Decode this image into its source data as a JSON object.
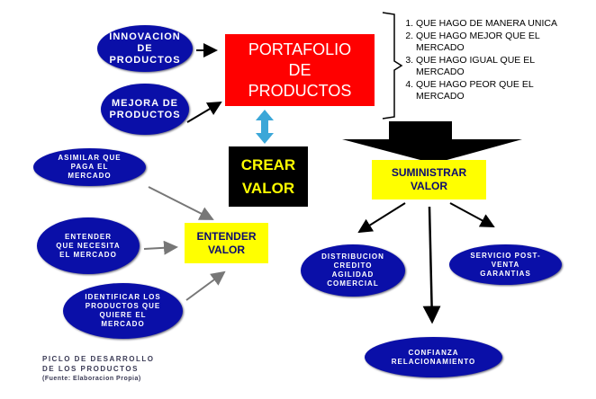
{
  "portfolio": {
    "title": "PORTAFOLIO\nDE\nPRODUCTOS"
  },
  "crear_valor": {
    "label": "CREAR\nVALOR"
  },
  "inputs": [
    {
      "label": "INNOVACION\nDE\nPRODUCTOS"
    },
    {
      "label": "MEJORA DE\nPRODUCTOS"
    }
  ],
  "questions": [
    "QUE HAGO DE MANERA UNICA",
    "QUE HAGO MEJOR QUE EL MERCADO",
    "QUE HAGO IGUAL QUE EL MERCADO",
    "QUE HAGO PEOR QUE EL MERCADO"
  ],
  "entender": {
    "box": "ENTENDER\nVALOR",
    "items": [
      "ASIMILAR QUE\nPAGA EL\nMERCADO",
      "ENTENDER\nQUE NECESITA\nEL MERCADO",
      "IDENTIFICAR LOS\nPRODUCTOS QUE\nQUIERE EL\nMERCADO"
    ]
  },
  "suministrar": {
    "box": "SUMINISTRAR\nVALOR",
    "items": [
      "DISTRIBUCION\nCREDITO\nAGILIDAD\nCOMERCIAL",
      "SERVICIO POST-\nVENTA\nGARANTIAS",
      "CONFIANZA\nRELACIONAMIENTO"
    ]
  },
  "caption": {
    "line1": "PICLO DE DESARROLLO",
    "line2": "DE LOS PRODUCTOS",
    "source": "(Fuente: Elaboracion Propia)"
  },
  "colors": {
    "ellipse": "#0a0fa8",
    "portfolio": "#ff0000",
    "yellow": "#ffff00",
    "crear_bg": "#000000",
    "crear_text": "#ffff00",
    "double_arrow": "#3ba7d8"
  }
}
